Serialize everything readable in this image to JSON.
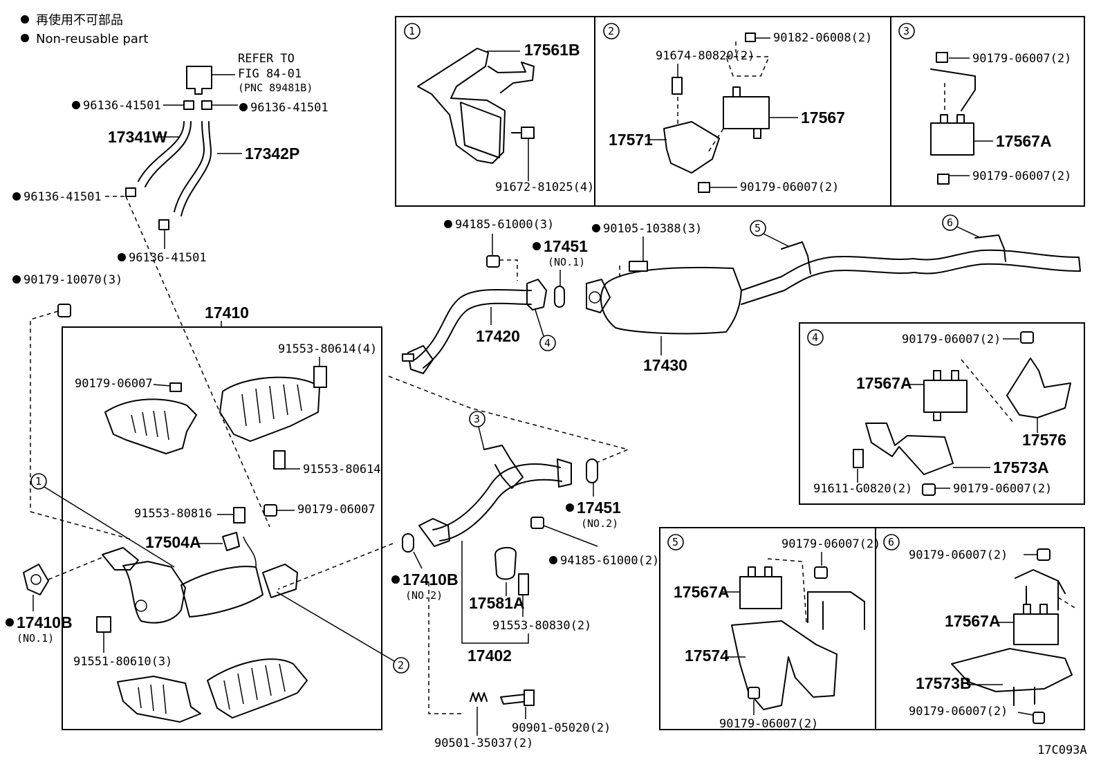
{
  "legend": {
    "jp": "再使用不可部品",
    "en": "Non-reusable part"
  },
  "refer": {
    "line1": "REFER TO",
    "line2": "FIG 84-01",
    "line3": "(PNC 89481B)"
  },
  "callouts": {
    "c1": "1",
    "c2": "2",
    "c3": "3",
    "c4": "4",
    "c5": "5",
    "c6": "6"
  },
  "parts": {
    "p96136_a": "96136-41501",
    "p96136_b": "96136-41501",
    "p96136_c": "96136-41501",
    "p96136_d": "96136-41501",
    "p17341W": "17341W",
    "p17342P": "17342P",
    "p90179_10070": "90179-10070(3)",
    "p17410": "17410",
    "p91553_80614_4": "91553-80614(4)",
    "p90179_06007_a": "90179-06007",
    "p91553_80614": "91553-80614",
    "p91553_80816": "91553-80816",
    "p90179_06007_b": "90179-06007",
    "p17504A": "17504A",
    "p17410B_1": "17410B",
    "p17410B_1_sub": "(NO.1)",
    "p91551_80610": "91551-80610(3)",
    "p17561B": "17561B",
    "p91672_81025": "91672-81025(4)",
    "p91674_80820": "91674-80820(2)",
    "p90182_06008": "90182-06008(2)",
    "p17567": "17567",
    "p17571": "17571",
    "p90179_06007_2a": "90179-06007(2)",
    "p90179_06007_3a": "90179-06007(2)",
    "p17567A_3": "17567A",
    "p90179_06007_3b": "90179-06007(2)",
    "p94185_61000_3": "94185-61000(3)",
    "p17451_1": "17451",
    "p17451_1_sub": "(NO.1)",
    "p90105_10388": "90105-10388(3)",
    "p17420": "17420",
    "p17430": "17430",
    "p17451_2": "17451",
    "p17451_2_sub": "(NO.2)",
    "p94185_61000_2": "94185-61000(2)",
    "p17410B_2": "17410B",
    "p17410B_2_sub": "(NO.2)",
    "p17581A": "17581A",
    "p91553_80830": "91553-80830(2)",
    "p17402": "17402",
    "p90901_05020": "90901-05020(2)",
    "p90501_35037": "90501-35037(2)",
    "p90179_06007_4a": "90179-06007(2)",
    "p17567A_4": "17567A",
    "p17576": "17576",
    "p17573A": "17573A",
    "p91611_G0820": "91611-G0820(2)",
    "p90179_06007_4b": "90179-06007(2)",
    "p90179_06007_5a": "90179-06007(2)",
    "p17567A_5": "17567A",
    "p17574": "17574",
    "p90179_06007_5b": "90179-06007(2)",
    "p90179_06007_6a": "90179-06007(2)",
    "p17567A_6": "17567A",
    "p17573B": "17573B",
    "p90179_06007_6b": "90179-06007(2)"
  },
  "figure_code": "17C093A"
}
